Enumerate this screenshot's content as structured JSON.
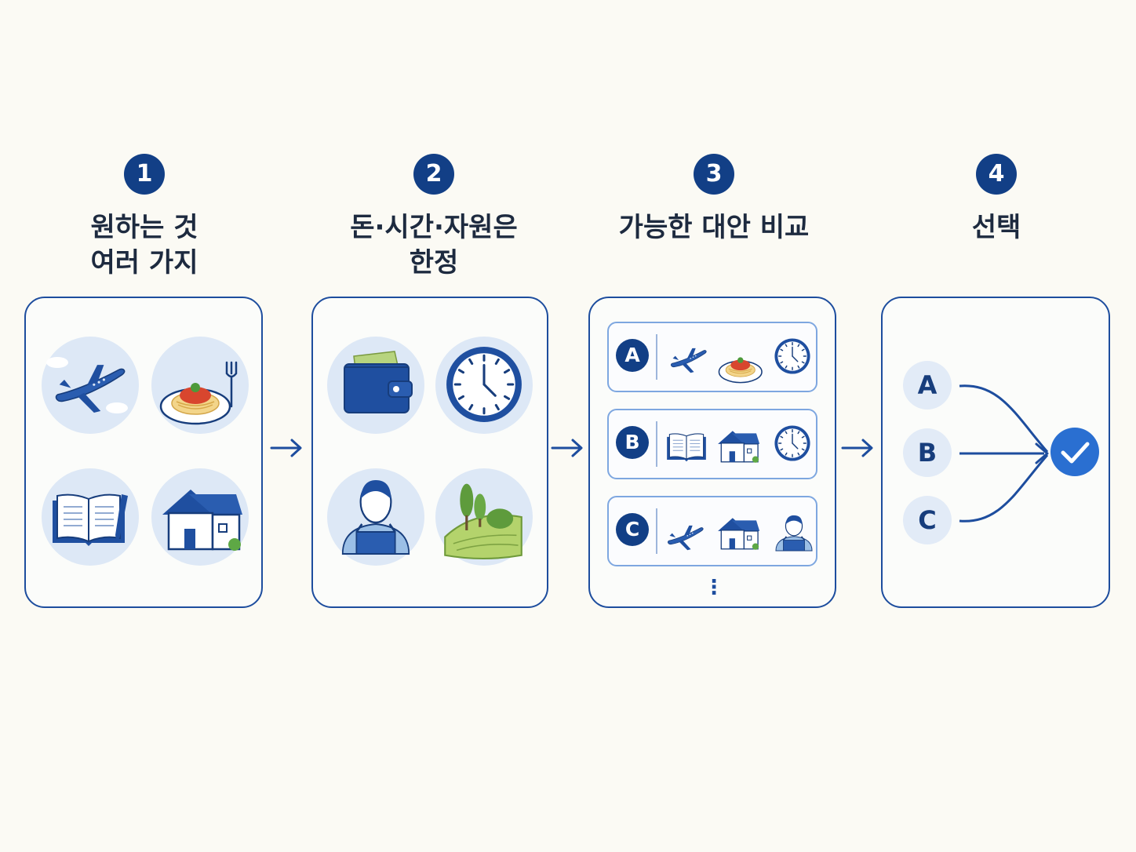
{
  "steps": [
    {
      "number": "1",
      "title": "원하는 것\n여러 가지"
    },
    {
      "number": "2",
      "title": "돈·시간·자원은\n한정"
    },
    {
      "number": "3",
      "title": "가능한 대안 비교"
    },
    {
      "number": "4",
      "title": "선택"
    }
  ],
  "panel1": {
    "icons": [
      "airplane-icon",
      "spaghetti-icon",
      "book-icon",
      "house-icon"
    ]
  },
  "panel2": {
    "icons": [
      "wallet-icon",
      "clock-icon",
      "person-icon",
      "land-icon"
    ]
  },
  "panel3": {
    "options": [
      {
        "label": "A",
        "icons": [
          "airplane-icon",
          "spaghetti-icon",
          "clock-icon"
        ]
      },
      {
        "label": "B",
        "icons": [
          "book-icon",
          "house-icon",
          "clock-icon"
        ]
      },
      {
        "label": "C",
        "icons": [
          "airplane-icon",
          "house-icon",
          "person-icon"
        ]
      }
    ],
    "more_indicator": "⋮"
  },
  "panel4": {
    "choices": [
      "A",
      "B",
      "C"
    ],
    "result_icon": "checkmark-icon"
  },
  "colors": {
    "navy": "#123f86",
    "border": "#1d4d9e",
    "light_circle": "#dde8f6",
    "accent_blue": "#2a6fd1",
    "background": "#fbfaf4"
  }
}
